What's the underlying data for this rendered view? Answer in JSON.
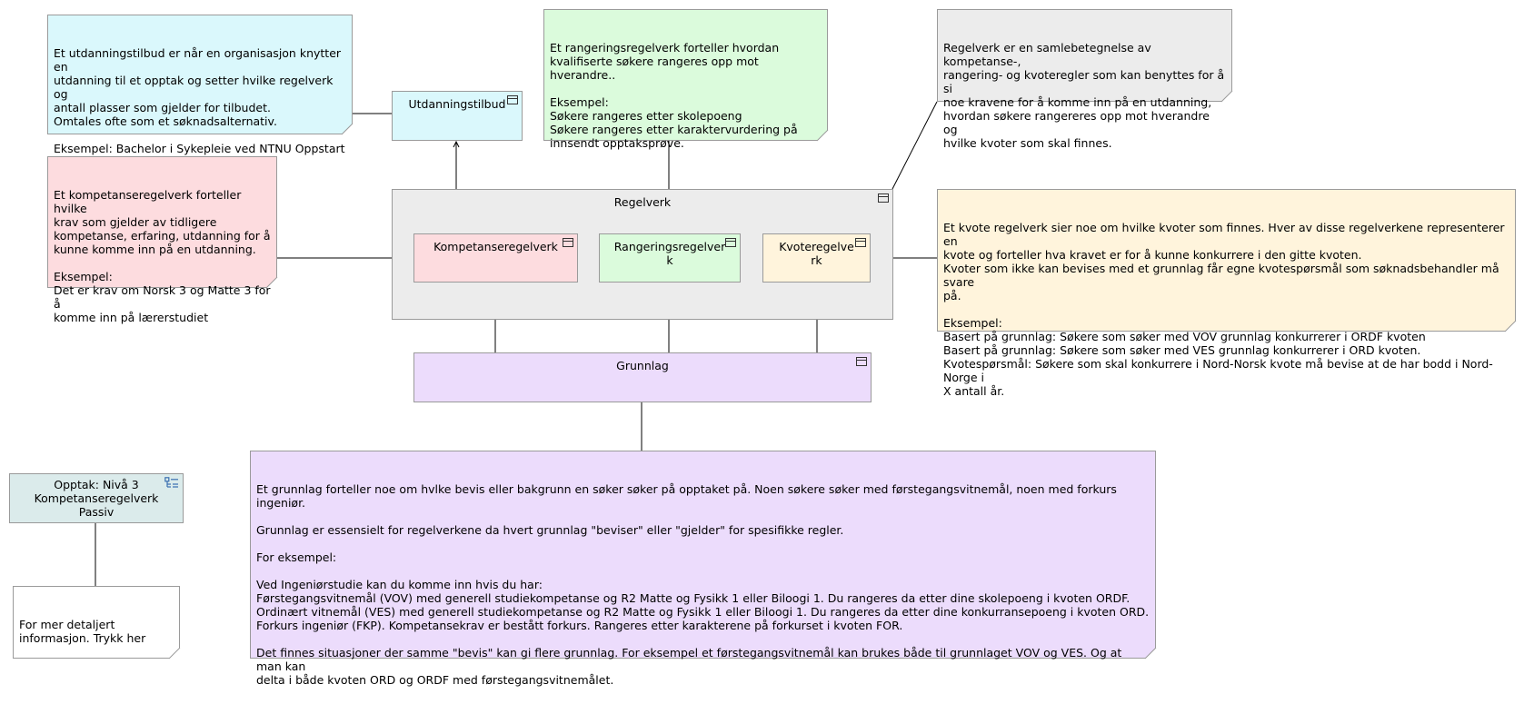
{
  "notes": {
    "utdanningstilbud": "Et utdanningstilbud er når en organisasjon knytter en\nutdanning til et opptak og setter hvilke regelverk og\nantall plasser som gjelder for tilbudet.\nOmtales ofte som et søknadsalternativ.\n\nEksempel: Bachelor i Sykepleie ved NTNU Oppstart\nHøsten 2025",
    "kompetanse": "Et kompetanseregelverk forteller hvilke\nkrav som gjelder av tidligere\nkompetanse, erfaring, utdanning for å\nkunne komme inn på en utdanning.\n\nEksempel:\nDet er krav om Norsk 3 og Matte 3 for å\nkomme inn på lærerstudiet",
    "rangering": "Et rangeringsregelverk forteller hvordan\nkvalifiserte søkere rangeres opp mot hverandre..\n\nEksempel:\nSøkere rangeres etter skolepoeng\nSøkere rangeres etter karaktervurdering på\ninnsendt opptaksprøve.",
    "regelverk": "Regelverk er en samlebetegnelse av kompetanse-,\nrangering- og kvoteregler som kan benyttes for å si\nnoe kravene for å komme inn på en utdanning,\nhvordan søkere rangereres opp mot hverandre og\nhvilke kvoter som skal finnes.",
    "kvote": "Et kvote regelverk sier noe om hvilke kvoter som finnes. Hver av disse regelverkene representerer en\nkvote og forteller hva kravet er for å kunne konkurrere i den gitte kvoten.\nKvoter som ikke kan bevises med et grunnlag får egne kvotespørsmål som søknadsbehandler må svare\npå.\n\nEksempel:\nBasert på grunnlag: Søkere som søker med VOV grunnlag konkurrerer i ORDF kvoten\nBasert på grunnlag: Søkere som søker med VES grunnlag konkurrerer i ORD kvoten.\nKvotespørsmål: Søkere som skal konkurrere i Nord-Norsk kvote må bevise at de har bodd i Nord-Norge i\nX antall år.",
    "grunnlag": "Et grunnlag forteller noe om hvlke bevis eller bakgrunn en søker søker på opptaket på. Noen søkere søker med førstegangsvitnemål, noen med forkurs ingeniør.\n\nGrunnlag er essensielt for regelverkene da hvert grunnlag \"beviser\" eller \"gjelder\" for spesifikke regler.\n\nFor eksempel:\n\nVed Ingeniørstudie kan du komme inn hvis du har:\nFørstegangsvitnemål (VOV) med generell studiekompetanse og R2 Matte og Fysikk 1 eller Biloogi 1. Du rangeres da etter dine skolepoeng i kvoten ORDF.\nOrdinært vitnemål (VES) med generell studiekompetanse og R2 Matte og Fysikk 1 eller Biloogi 1. Du rangeres da etter dine konkurransepoeng i kvoten ORD.\nForkurs ingeniør (FKP). Kompetansekrav er bestått forkurs. Rangeres etter karakterene på forkurset i kvoten FOR.\n\nDet finnes situasjoner der samme \"bevis\" kan gi flere grunnlag. For eksempel et førstegangsvitnemål kan brukes både til grunnlaget VOV og VES. Og at man kan\ndelta i både kvoten ORD og ORDF med førstegangsvitnemålet.",
    "detalj": "For mer detaljert\ninformasjon. Trykk her"
  },
  "elements": {
    "utdanningstilbud": "Utdanningstilbud",
    "regelverk": "Regelverk",
    "kompetanseregelverk": "Kompetanseregelverk",
    "rangeringsregelverk": "Rangeringsregelver\nk",
    "kvoteregelverk": "Kvoteregelve\nrk",
    "grunnlag": "Grunnlag",
    "opptak": "Opptak: Nivå 3\nKompetanseregelverk\nPassiv"
  },
  "icons": {
    "element": "application-component-icon",
    "opptak": "process-list-icon"
  },
  "colors": {
    "utdanningstilbud": "#daf8fc",
    "kompetanse": "#fddcdf",
    "rangering": "#dbfbdc",
    "regelverk": "#ececec",
    "kvote": "#fff4dc",
    "grunnlag": "#ecdcfc",
    "opptak": "#dbebeb",
    "border": "#9a9a9a"
  }
}
